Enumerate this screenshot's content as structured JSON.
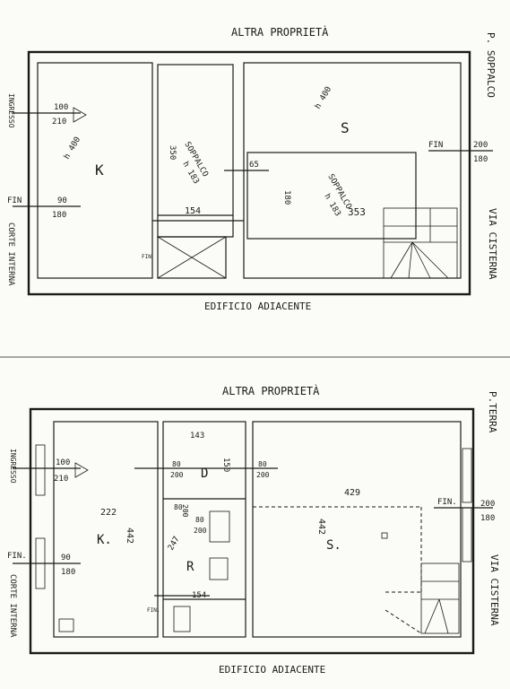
{
  "upper": {
    "top_label": "ALTRA PROPRIETÀ",
    "side_label": "P. SOPPALCO",
    "bottom_label": "EDIFICIO ADIACENTE",
    "right_label": "VIA CISTERNA",
    "left_label": "CORTE INTERNA",
    "ingresso": "INGRESSO",
    "left_room": "K",
    "left_room_h": "h 400",
    "soppalco_a": "SOPPALCO",
    "soppalco_a_h": "h 183",
    "soppalco_a_w": "350",
    "soppalco_a_d": "154",
    "right_room": "S",
    "right_room_h": "h 400",
    "soppalco_b": "SOPPALCO",
    "soppalco_b_h": "h 183",
    "soppalco_b_w": "353",
    "soppalco_b_d": "180",
    "dim_65": "65",
    "fin_left": "FIN",
    "fin_left_a": "90",
    "fin_left_b": "180",
    "door_left_a": "100",
    "door_left_b": "210",
    "fin_right": "FIN",
    "fin_right_a": "200",
    "fin_right_b": "180",
    "fin_small": "FIN"
  },
  "lower": {
    "top_label": "ALTRA PROPRIETÀ",
    "side_label": "P.TERRA",
    "bottom_label": "EDIFICIO ADIACENTE",
    "right_label": "VIA CISTERNA",
    "left_label": "CORTE INTERNA",
    "ingresso": "INGRESSO",
    "door_left_a": "100",
    "door_left_b": "210",
    "fin_left": "FIN.",
    "fin_left_a": "90",
    "fin_left_b": "180",
    "left_room": "K.",
    "left_room_w": "222",
    "left_room_l": "442",
    "dim_143": "143",
    "door_c_a": "80",
    "door_c_b": "200",
    "room_d": "D",
    "room_d_w": "150",
    "door_c2_a": "80",
    "door_c2_b": "200",
    "door_r_a": "80",
    "door_r_b": "200",
    "room_r": "R",
    "room_r_d": "247",
    "door_s_a": "80",
    "door_s_b": "200",
    "bath_w": "154",
    "fin_small": "FIN.",
    "right_room": "S.",
    "right_room_w": "429",
    "right_room_l": "442",
    "fin_right": "FIN.",
    "fin_right_a": "200",
    "fin_right_b": "180"
  }
}
